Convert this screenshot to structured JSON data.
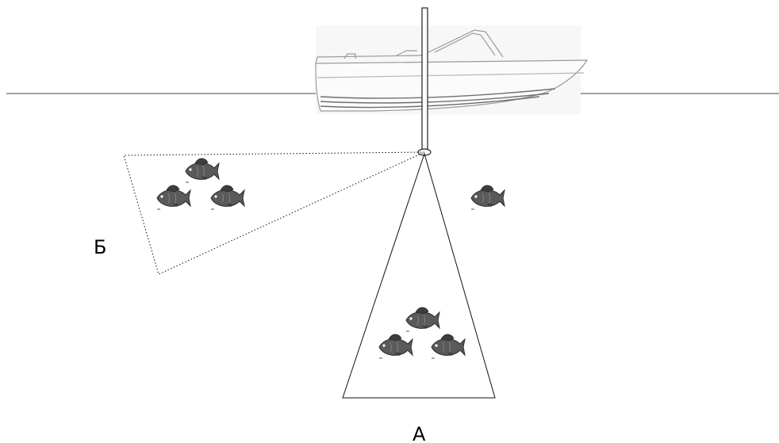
{
  "labels": {
    "side_beam": "Б",
    "down_beam": "А"
  },
  "colors": {
    "line": "#111111",
    "boat_outline": "#9a9a9a",
    "fish_body": "#5a5a5a",
    "background": "#ffffff"
  },
  "icons": {
    "boat": "boat-icon",
    "fish": "fish-icon",
    "transducer": "transducer-icon"
  },
  "fish_groups": {
    "side_beam_school_count": 3,
    "down_beam_school_count": 3,
    "outside_beams_count": 1
  }
}
